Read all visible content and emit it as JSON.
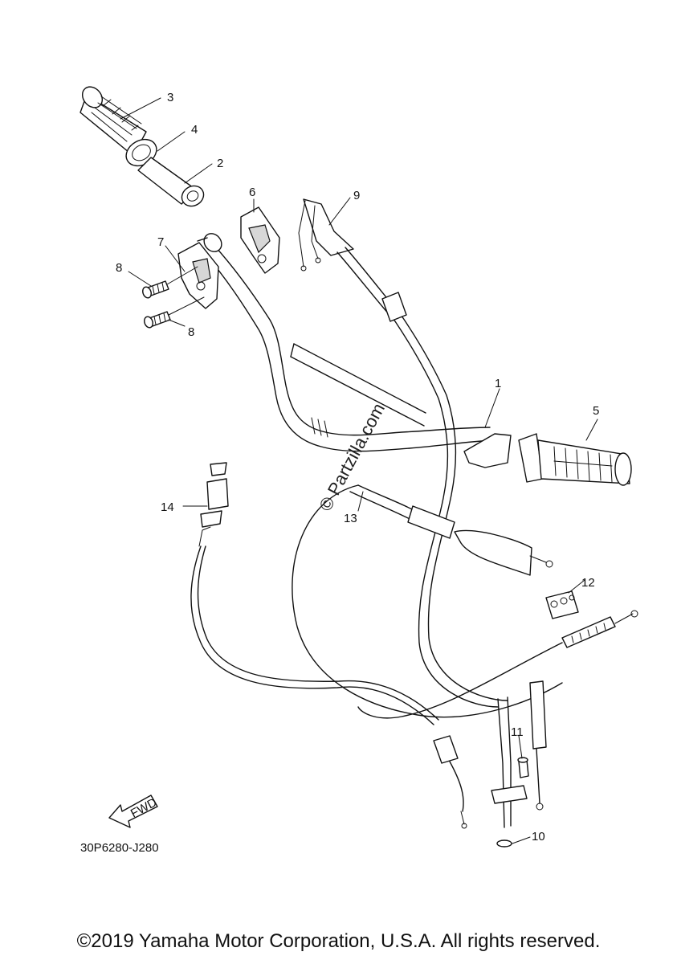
{
  "callouts": [
    {
      "id": "1",
      "label": "1"
    },
    {
      "id": "2",
      "label": "2"
    },
    {
      "id": "3",
      "label": "3"
    },
    {
      "id": "4",
      "label": "4"
    },
    {
      "id": "5",
      "label": "5"
    },
    {
      "id": "6",
      "label": "6"
    },
    {
      "id": "7",
      "label": "7"
    },
    {
      "id": "8a",
      "label": "8"
    },
    {
      "id": "8b",
      "label": "8"
    },
    {
      "id": "9",
      "label": "9"
    },
    {
      "id": "10",
      "label": "10"
    },
    {
      "id": "11",
      "label": "11"
    },
    {
      "id": "12",
      "label": "12"
    },
    {
      "id": "13",
      "label": "13"
    },
    {
      "id": "14",
      "label": "14"
    }
  ],
  "watermark": "© Partzilla.com",
  "fwd_label": "FWD",
  "diagram_code": "30P6280-J280",
  "copyright": "©2019 Yamaha Motor Corporation, U.S.A. All rights reserved."
}
